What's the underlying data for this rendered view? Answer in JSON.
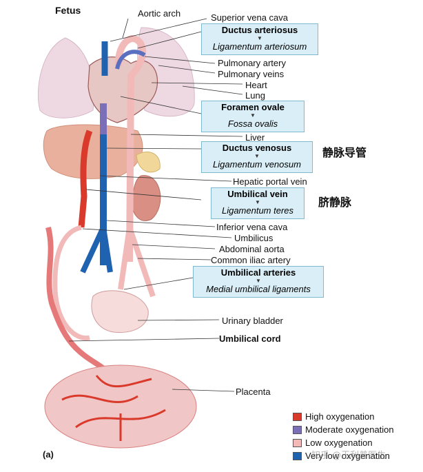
{
  "title": "Fetus",
  "panel_label": "(a)",
  "labels": {
    "aortic_arch": "Aortic arch",
    "superior_vena_cava": "Superior vena cava",
    "pulmonary_artery": "Pulmonary artery",
    "pulmonary_veins": "Pulmonary veins",
    "heart": "Heart",
    "lung": "Lung",
    "liver": "Liver",
    "hepatic_portal_vein": "Hepatic portal vein",
    "inferior_vena_cava": "Inferior vena cava",
    "umbilicus": "Umbilicus",
    "abdominal_aorta": "Abdominal aorta",
    "common_iliac_artery": "Common iliac artery",
    "urinary_bladder": "Urinary bladder",
    "umbilical_cord": "Umbilical cord",
    "placenta": "Placenta"
  },
  "boxes": [
    {
      "fetal": "Ductus arteriosus",
      "adult": "Ligamentum arteriosum"
    },
    {
      "fetal": "Foramen ovale",
      "adult": "Fossa ovalis"
    },
    {
      "fetal": "Ductus venosus",
      "adult": "Ligamentum venosum"
    },
    {
      "fetal": "Umbilical vein",
      "adult": "Ligamentum teres"
    },
    {
      "fetal": "Umbilical arteries",
      "adult": "Medial umbilical ligaments"
    }
  ],
  "annotations_cn": {
    "ductus_venosus": "静脉导管",
    "umbilical_vein": "脐静脉"
  },
  "legend": [
    {
      "label": "High oxygenation",
      "color": "#d93a2b"
    },
    {
      "label": "Moderate oxygenation",
      "color": "#7b6fb8"
    },
    {
      "label": "Low oxygenation",
      "color": "#f2b9b9"
    },
    {
      "label": "Very low oxygenation",
      "color": "#1f63b0"
    }
  ],
  "watermark": "知乎 @王利普医生",
  "colors": {
    "box_fill": "#d9eef6",
    "lung": "#eed8e2",
    "liver": "#e9b19d",
    "kidney": "#d98f84"
  }
}
